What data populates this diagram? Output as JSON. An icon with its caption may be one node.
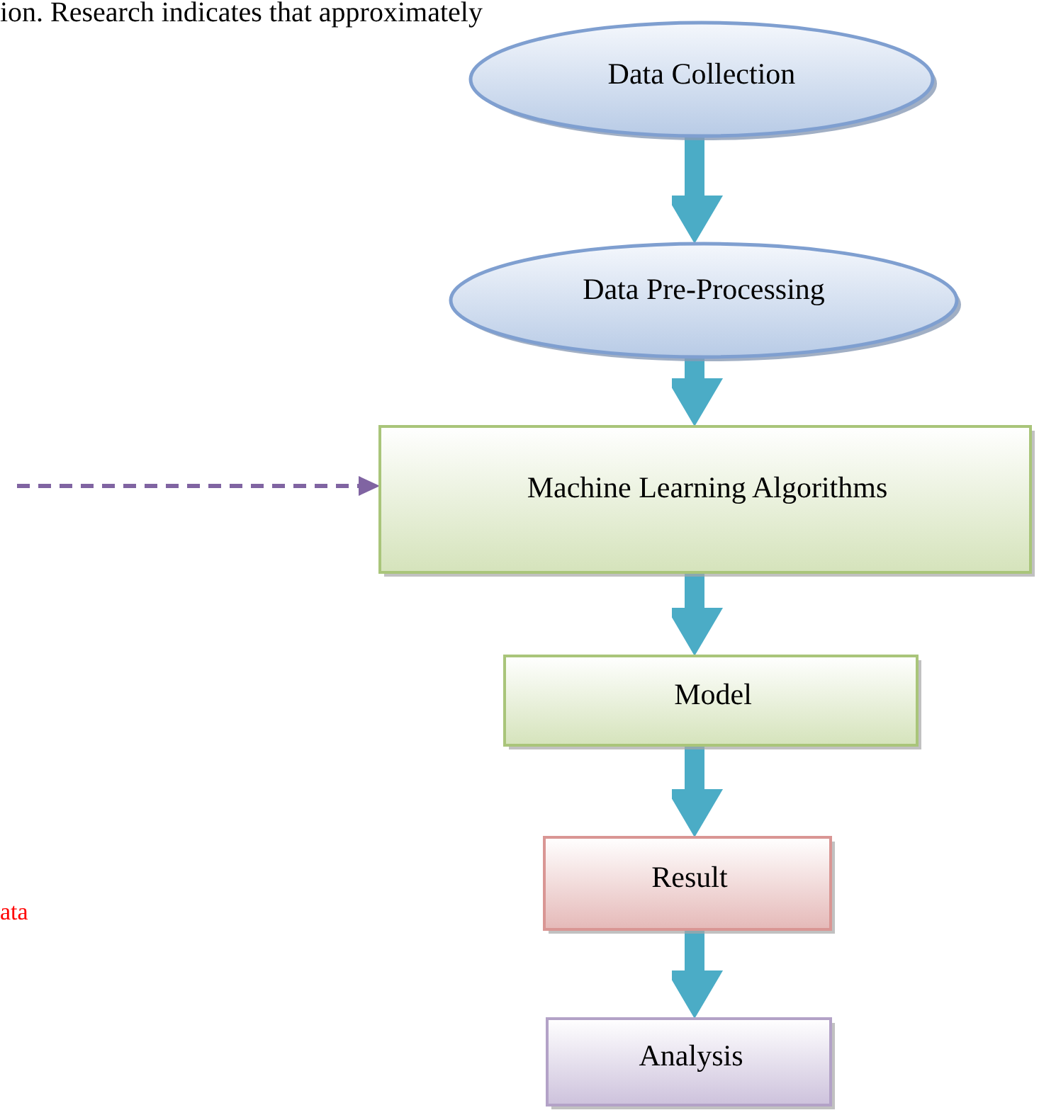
{
  "diagram": {
    "nodes": [
      {
        "text": [
          "Data Collection"
        ]
      },
      {
        "text": [
          "Data Pre-Processing"
        ]
      },
      {
        "text": [
          "Machine Learning Algorithms"
        ]
      },
      {
        "text": [
          "Model"
        ]
      },
      {
        "text": [
          "Result"
        ]
      },
      {
        "text": [
          "Analysis"
        ]
      }
    ],
    "edges": [
      {
        "from": 0,
        "to": 1,
        "arrow": "to"
      },
      {
        "from": 1,
        "to": 2,
        "arrow": "to"
      },
      {
        "from": 2,
        "to": 3,
        "arrow": "to"
      },
      {
        "from": 3,
        "to": 4,
        "arrow": "to"
      },
      {
        "from": 4,
        "to": 5,
        "arrow": "to"
      },
      {
        "from": null,
        "to": 2,
        "arrow": "to",
        "style": "dashed",
        "color": "#8064a2"
      }
    ],
    "labels": [
      "ion. Research indicates that approximately",
      "ata"
    ]
  }
}
